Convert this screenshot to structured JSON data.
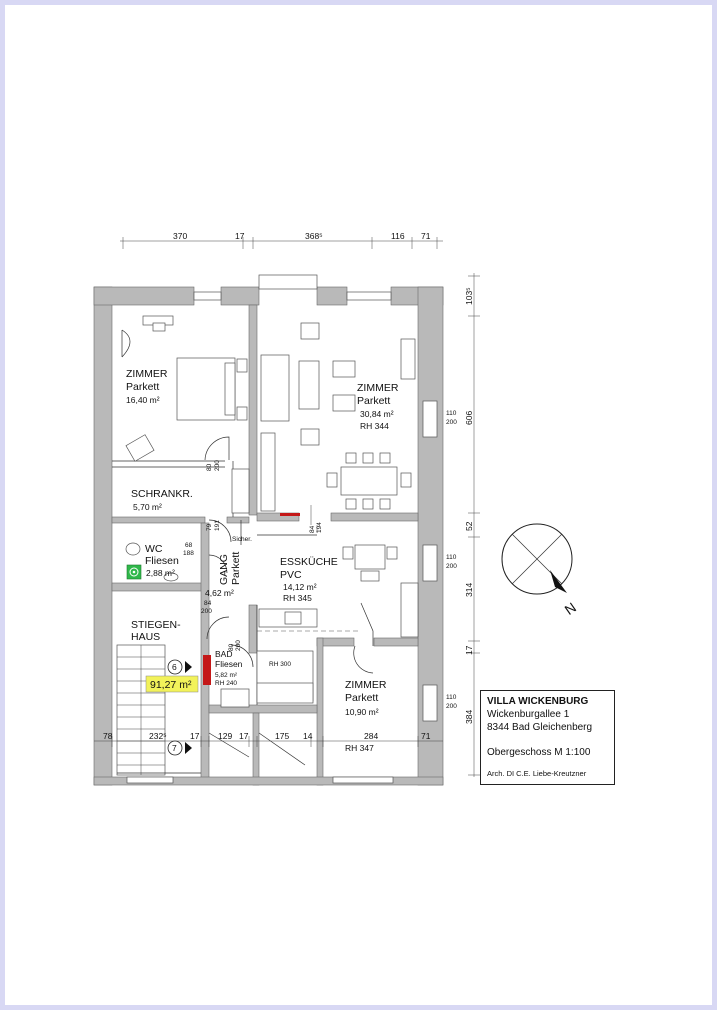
{
  "dimensions": {
    "top": [
      "370",
      "17",
      "368⁵",
      "116",
      "71"
    ],
    "right": [
      "103⁵",
      "606",
      "52",
      "314",
      "17",
      "384"
    ],
    "bottom": [
      "78",
      "232⁵",
      "17",
      "129",
      "17",
      "175",
      "14",
      "284",
      "71"
    ]
  },
  "openings": {
    "right_top": [
      "110",
      "200"
    ],
    "right_mid": [
      "110",
      "200"
    ],
    "right_bottom": [
      "110",
      "200"
    ],
    "schrank_door": [
      "80",
      "200"
    ],
    "gang_door_a": [
      "79",
      "191"
    ],
    "gang_door_b": [
      "84",
      "194"
    ],
    "wc_door": [
      "68",
      "188"
    ],
    "gang_bottom_door": [
      "84",
      "200"
    ],
    "bad_door": [
      "80",
      "200"
    ]
  },
  "rooms": {
    "zimmer_left": {
      "name": "ZIMMER",
      "floor": "Parkett",
      "area": "16,40 m²"
    },
    "zimmer_right": {
      "name": "ZIMMER",
      "floor": "Parkett",
      "area": "30,84 m²",
      "rh": "RH 344"
    },
    "schrank": {
      "name": "SCHRANKR.",
      "area": "5,70 m²"
    },
    "wc": {
      "name": "WC",
      "floor": "Fliesen",
      "area": "2,88 m²"
    },
    "gang": {
      "name": "GANG",
      "floor": "Parkett",
      "area": "4,62 m²"
    },
    "kueche": {
      "name": "ESSKÜCHE",
      "floor": "PVC",
      "area": "14,12 m²",
      "rh": "RH 345"
    },
    "stiegenhaus": {
      "line1": "STIEGEN-",
      "line2": "HAUS"
    },
    "bad": {
      "name": "BAD",
      "floor": "Fliesen",
      "area": "5,82 m²",
      "rh": "RH 240"
    },
    "zimmer_small": {
      "name": "ZIMMER",
      "floor": "Parkett",
      "area": "10,90 m²",
      "rh": "RH 347"
    }
  },
  "labels": {
    "sicher": "Sicher.",
    "rh300": "RH 300",
    "unit_6": "6",
    "unit_7": "7",
    "total_area": "91,27 m²"
  },
  "compass": {
    "north_label": "N"
  },
  "info": {
    "title": "VILLA WICKENBURG",
    "street": "Wickenburgallee 1",
    "city": "8344 Bad Gleichenberg",
    "floor": "Obergeschoss  M 1:100",
    "architect": "Arch. DI C.E. Liebe-Kreutzner"
  },
  "colors": {
    "background": "#d8d8f4",
    "wall": "#b9b9b9",
    "area_highlight": "#f2f25a",
    "door_red": "#c41818",
    "wc_icon": "#22aa44"
  }
}
